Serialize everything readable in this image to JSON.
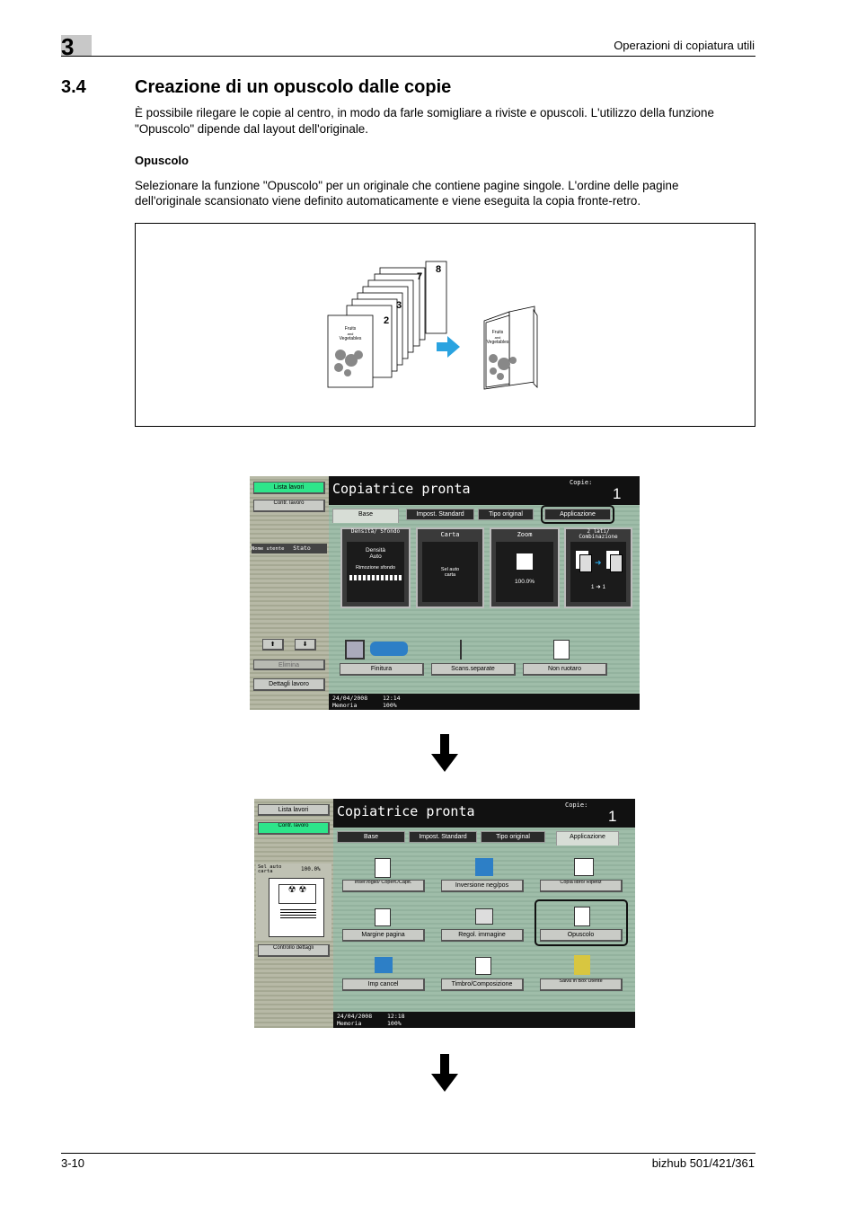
{
  "header": {
    "chapter": "3",
    "running_title": "Operazioni di copiatura utili"
  },
  "section": {
    "number": "3.4",
    "title": "Creazione di un opuscolo dalle copie",
    "intro_line1": "È possibile rilegare le copie al centro, in modo da farle somigliare a riviste e opuscoli. L'utilizzo della funzione",
    "intro_line2": "\"Opuscolo\" dipende dal layout dell'originale.",
    "subheading": "Opuscolo",
    "body_line1": "Selezionare la funzione \"Opuscolo\" per un originale che contiene pagine singole. L'ordine delle pagine",
    "body_line2": "dell'originale scansionato viene definito automaticamente e viene eseguita la copia fronte-retro."
  },
  "illustration": {
    "page_numbers": [
      "8",
      "7",
      "3",
      "2"
    ],
    "cover_line1": "Fruits",
    "cover_line2": "and",
    "cover_line3": "Vegetables",
    "arrow_color": "#2aa3e0"
  },
  "screen1": {
    "title": "Copiatrice pronta",
    "copies_label": "Copie:",
    "copies_value": "1",
    "sidebar": {
      "lista_lavori": "Lista lavori",
      "contr_lavoro": "Contr. lavoro",
      "col_nome": "Nome utente",
      "col_stato": "Stato",
      "elimina": "Elimina",
      "dettagli": "Dettagli lavoro"
    },
    "tabs": [
      "Base",
      "Impost. Standard",
      "Tipo original",
      "Applicazione"
    ],
    "panels": [
      {
        "head": "Densità/ Sfondo",
        "l1": "Densità",
        "l2": "Auto",
        "l3": "Rimozione sfondo"
      },
      {
        "head": "Carta",
        "l1": "Sel auto",
        "l2": "carta"
      },
      {
        "head": "Zoom",
        "l1": "100.0%"
      },
      {
        "head": "2 lati/ Combinazione",
        "l1": "1",
        "l2": "1"
      }
    ],
    "buttons": [
      "Finitura",
      "Scans.separate",
      "Non ruotaro"
    ],
    "footer": {
      "date": "24/04/2008",
      "time": "12:14",
      "mem": "Memoria",
      "pct": "100%"
    }
  },
  "screen2": {
    "title": "Copiatrice pronta",
    "copies_label": "Copie:",
    "copies_value": "1",
    "sidebar": {
      "lista_lavori": "Lista lavori",
      "contr_lavoro": "Contr. lavoro",
      "sel_auto": "Sel auto carta",
      "zoom": "100.0%",
      "controllo": "Controllo dettagli"
    },
    "tabs": [
      "Base",
      "Impost. Standard",
      "Tipo original",
      "Applicazione"
    ],
    "buttons": [
      "Inser.foglio/ Copert./Capit.",
      "Inversione neg/pos",
      "Copia libro/ Ripetiz",
      "Margine pagina",
      "Regol. immagine",
      "Opuscolo",
      "Imp cancel",
      "Timbro/Composizione",
      "Salva in Box Utente"
    ],
    "footer": {
      "date": "24/04/2008",
      "time": "12:18",
      "mem": "Memoria",
      "pct": "100%"
    }
  },
  "footer": {
    "page": "3-10",
    "model": "bizhub 501/421/361"
  }
}
